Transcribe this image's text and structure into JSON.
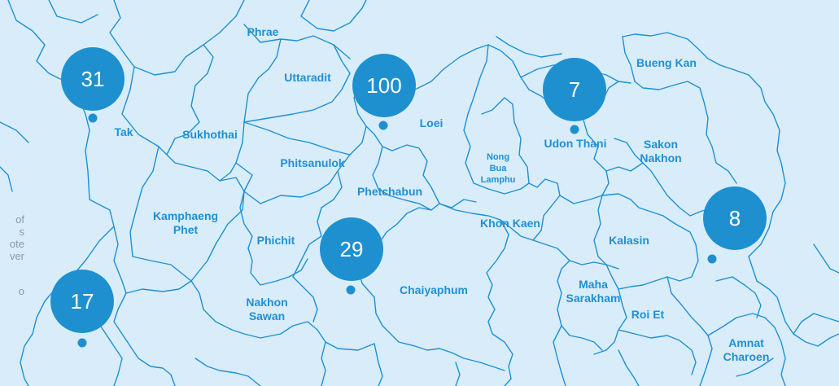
{
  "map": {
    "provinces": [
      {
        "id": "phrae",
        "name": "Phrae"
      },
      {
        "id": "uttaradit",
        "name": "Uttaradit"
      },
      {
        "id": "bueng-kan",
        "name": "Bueng Kan"
      },
      {
        "id": "tak",
        "name": "Tak"
      },
      {
        "id": "sukhothai",
        "name": "Sukhothai"
      },
      {
        "id": "loei",
        "name": "Loei"
      },
      {
        "id": "udon-thani",
        "name": "Udon Thani"
      },
      {
        "id": "sakon-nakhon",
        "name": "Sakon Nakhon",
        "lines": [
          "Sakon",
          "Nakhon"
        ]
      },
      {
        "id": "phitsanulok",
        "name": "Phitsanulok"
      },
      {
        "id": "nong-bua-lamphu",
        "name": "Nong Bua Lamphu",
        "lines": [
          "Nong",
          "Bua",
          "Lamphu"
        ]
      },
      {
        "id": "phetchabun",
        "name": "Phetchabun"
      },
      {
        "id": "kamphaeng-phet",
        "name": "Kamphaeng Phet",
        "lines": [
          "Kamphaeng",
          "Phet"
        ]
      },
      {
        "id": "khon-kaen",
        "name": "Khon Kaen"
      },
      {
        "id": "kalasin",
        "name": "Kalasin"
      },
      {
        "id": "phichit",
        "name": "Phichit"
      },
      {
        "id": "chaiyaphum",
        "name": "Chaiyaphum"
      },
      {
        "id": "maha-sarakham",
        "name": "Maha Sarakham",
        "lines": [
          "Maha",
          "Sarakham"
        ]
      },
      {
        "id": "nakhon-sawan",
        "name": "Nakhon Sawan",
        "lines": [
          "Nakhon",
          "Sawan"
        ]
      },
      {
        "id": "roi-et",
        "name": "Roi Et"
      },
      {
        "id": "amnat-charoen",
        "name": "Amnat Charoen",
        "lines": [
          "Amnat",
          "Charoen"
        ]
      }
    ],
    "markers": [
      {
        "id": "tak",
        "count": "31"
      },
      {
        "id": "loei",
        "count": "100"
      },
      {
        "id": "udon-thani",
        "count": "7"
      },
      {
        "id": "sakon-nakhon",
        "count": "8"
      },
      {
        "id": "phetchabun",
        "count": "29"
      },
      {
        "id": "kamphaeng-phet",
        "count": "17"
      }
    ],
    "colors": {
      "background": "#d8edf9",
      "border": "#1f8fd4",
      "marker": "#1e90d0",
      "marker_text": "#ffffff"
    }
  },
  "side_panel": {
    "fragments": [
      "of",
      "s",
      "ote",
      "ver",
      "o"
    ]
  }
}
